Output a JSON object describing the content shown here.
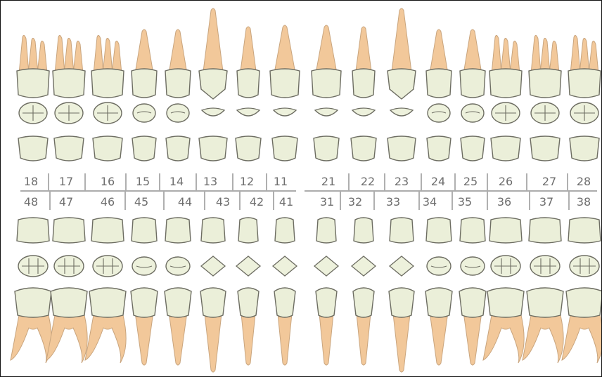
{
  "colors": {
    "crown_fill": "#ebefd9",
    "crown_stroke": "#6d6d62",
    "root_fill": "#f2c89a",
    "root_stroke": "#c9a57e",
    "occlusal_fill": "#edf1dc",
    "grid_line": "#7a7a7a",
    "number_text": "#6e6e6e",
    "frame": "#111111"
  },
  "upper_numbers": [
    "18",
    "17",
    "16",
    "15",
    "14",
    "13",
    "12",
    "11",
    "21",
    "22",
    "23",
    "24",
    "25",
    "26",
    "27",
    "28"
  ],
  "lower_numbers": [
    "48",
    "47",
    "46",
    "45",
    "44",
    "43",
    "42",
    "41",
    "31",
    "32",
    "33",
    "34",
    "35",
    "36",
    "37",
    "38"
  ],
  "upper_types": [
    "molar",
    "molar",
    "molar",
    "premolar",
    "premolar",
    "canine",
    "lateral",
    "central",
    "central",
    "lateral",
    "canine",
    "premolar",
    "premolar",
    "molar",
    "molar",
    "molar"
  ],
  "lower_types": [
    "molar",
    "molar",
    "molar",
    "premolar",
    "premolar",
    "canine",
    "lateral",
    "central",
    "central",
    "lateral",
    "canine",
    "premolar",
    "premolar",
    "molar",
    "molar",
    "molar"
  ]
}
